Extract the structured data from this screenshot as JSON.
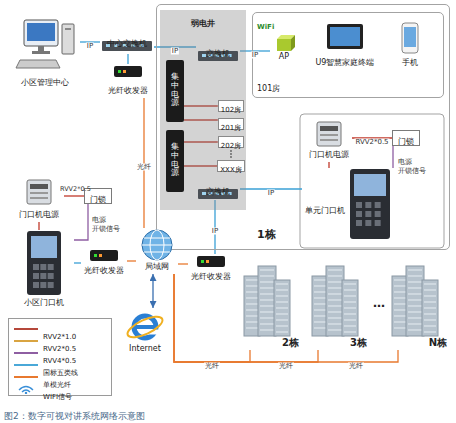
{
  "diagram": {
    "caption": "图2：数字可视对讲系统网络示意图",
    "nodes": [
      {
        "text": [
          "小区管理中心"
        ]
      },
      {
        "text": [
          "中心交换机"
        ]
      },
      {
        "text": [
          "光纤收发器"
        ]
      },
      {
        "text": [
          "1栋"
        ]
      },
      {
        "text": [
          "弱电井"
        ],
        "in": 3
      },
      {
        "text": [
          "交换机"
        ],
        "in": 4
      },
      {
        "text": [
          "交换机"
        ],
        "in": 4
      },
      {
        "text": [
          "集中电源"
        ],
        "in": 4
      },
      {
        "text": [
          "集中电源"
        ],
        "in": 4
      },
      {
        "text": [
          "102房"
        ],
        "in": 4
      },
      {
        "text": [
          "201房"
        ],
        "in": 4
      },
      {
        "text": [
          "202房"
        ],
        "in": 4
      },
      {
        "text": [
          "XXX房"
        ],
        "in": 4
      },
      {
        "text": [
          "101房"
        ],
        "in": 3
      },
      {
        "text": [
          "AP"
        ],
        "in": 13
      },
      {
        "text": [
          "U9智慧家庭终端"
        ],
        "in": 13
      },
      {
        "text": [
          "手机"
        ],
        "in": 13
      },
      {
        "text": [
          "门口机电源"
        ],
        "in": 3
      },
      {
        "text": [
          "门锁"
        ],
        "in": 3
      },
      {
        "text": [
          "单元门口机"
        ],
        "in": 3
      },
      {
        "text": [
          "门口机电源"
        ]
      },
      {
        "text": [
          "门锁"
        ]
      },
      {
        "text": [
          "小区门口机"
        ]
      },
      {
        "text": [
          "光纤收发器"
        ]
      },
      {
        "text": [
          "局域网"
        ]
      },
      {
        "text": [
          "光纤收发器"
        ]
      },
      {
        "text": [
          "Internet"
        ]
      },
      {
        "text": [
          "2栋"
        ]
      },
      {
        "text": [
          "3栋"
        ]
      },
      {
        "text": [
          "N栋"
        ]
      }
    ],
    "edges": [
      {
        "from": 0,
        "to": 1,
        "label": "IP",
        "arrow": "none"
      },
      {
        "from": 1,
        "to": 2,
        "arrow": "none"
      },
      {
        "from": 1,
        "to": 5,
        "label": "IP",
        "arrow": "none"
      },
      {
        "from": 5,
        "to": 14,
        "label": "IP",
        "arrow": "none"
      },
      {
        "from": 7,
        "to": 9,
        "arrow": "none"
      },
      {
        "from": 7,
        "to": 10,
        "arrow": "none"
      },
      {
        "from": 8,
        "to": 11,
        "arrow": "none"
      },
      {
        "from": 8,
        "to": 12,
        "arrow": "none"
      },
      {
        "from": 6,
        "to": 19,
        "label": "IP",
        "arrow": "none"
      },
      {
        "from": 17,
        "to": 18,
        "label": "RVV2*0.5",
        "arrow": "none"
      },
      {
        "from": 18,
        "to": 19,
        "arrow": "none"
      },
      {
        "from": 17,
        "to": 19,
        "arrow": "none"
      },
      {
        "from": 20,
        "to": 21,
        "arrow": "none"
      },
      {
        "from": 21,
        "to": 22,
        "arrow": "none"
      },
      {
        "from": 20,
        "to": 22,
        "arrow": "none"
      },
      {
        "from": 22,
        "to": 23,
        "arrow": "none"
      },
      {
        "from": 23,
        "to": 24,
        "arrow": "none"
      },
      {
        "from": 2,
        "to": 24,
        "label": "光纤",
        "arrow": "none"
      },
      {
        "from": 24,
        "to": 25,
        "arrow": "none"
      },
      {
        "from": 25,
        "to": 6,
        "label": "IP",
        "arrow": "none"
      },
      {
        "from": 24,
        "to": 26,
        "arrow": "both"
      },
      {
        "from": 24,
        "to": 27,
        "label": "光纤",
        "arrow": "none"
      },
      {
        "from": 24,
        "to": 28,
        "label": "光纤",
        "arrow": "none"
      },
      {
        "from": 24,
        "to": 29,
        "label": "光纤",
        "arrow": "none"
      }
    ],
    "labels": [
      "WiFi",
      "RVV2*0.5",
      "电源",
      "开锁信号",
      "电源",
      "开锁信号",
      "…"
    ],
    "legend": [
      {
        "text": "RVV2*1.0"
      },
      {
        "text": "RVV2*0.5"
      },
      {
        "text": "RVV4*0.5"
      },
      {
        "text": "国标五类线"
      },
      {
        "text": "单模光纤"
      },
      {
        "text": "WIFI信号"
      }
    ]
  }
}
